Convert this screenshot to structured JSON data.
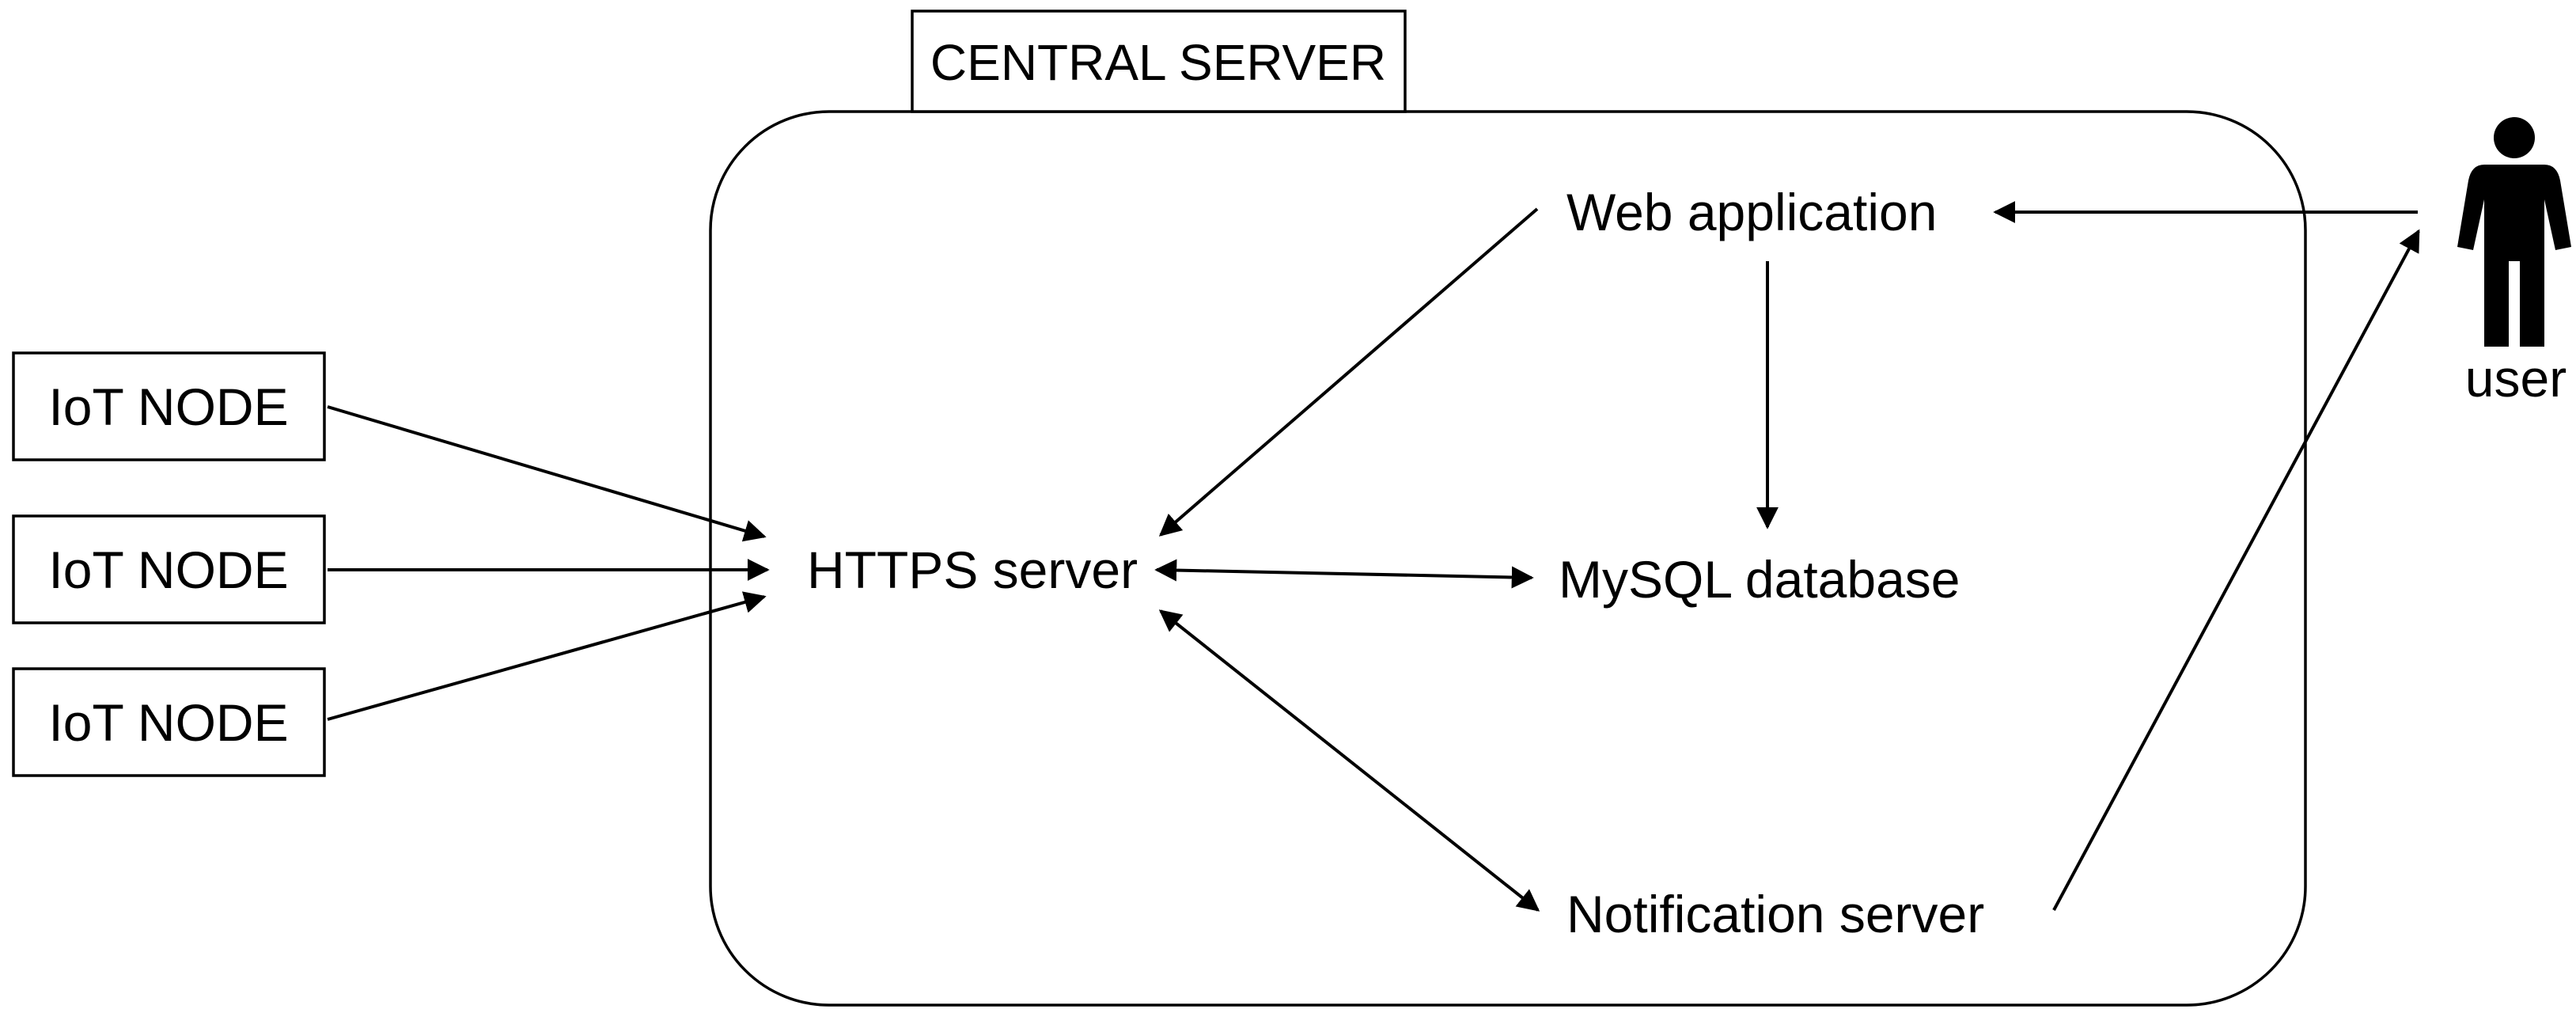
{
  "central_server": {
    "title": "CENTRAL SERVER"
  },
  "iot_nodes": [
    {
      "label": "IoT NODE"
    },
    {
      "label": "IoT NODE"
    },
    {
      "label": "IoT NODE"
    }
  ],
  "components": {
    "https_server": "HTTPS server",
    "web_application": "Web application",
    "mysql_database": "MySQL database",
    "notification_server": "Notification server"
  },
  "user": {
    "label": "user",
    "icon": "person-icon"
  },
  "edges": [
    {
      "from": "IoT NODE 1",
      "to": "HTTPS server",
      "direction": "forward"
    },
    {
      "from": "IoT NODE 2",
      "to": "HTTPS server",
      "direction": "forward"
    },
    {
      "from": "IoT NODE 3",
      "to": "HTTPS server",
      "direction": "forward"
    },
    {
      "from": "Web application",
      "to": "HTTPS server",
      "direction": "forward"
    },
    {
      "from": "HTTPS server",
      "to": "MySQL database",
      "direction": "both"
    },
    {
      "from": "HTTPS server",
      "to": "Notification server",
      "direction": "both"
    },
    {
      "from": "Web application",
      "to": "MySQL database",
      "direction": "forward"
    },
    {
      "from": "user",
      "to": "Web application",
      "direction": "forward"
    },
    {
      "from": "Notification server",
      "to": "user",
      "direction": "forward"
    }
  ],
  "colors": {
    "stroke": "#000000",
    "background": "#ffffff"
  }
}
